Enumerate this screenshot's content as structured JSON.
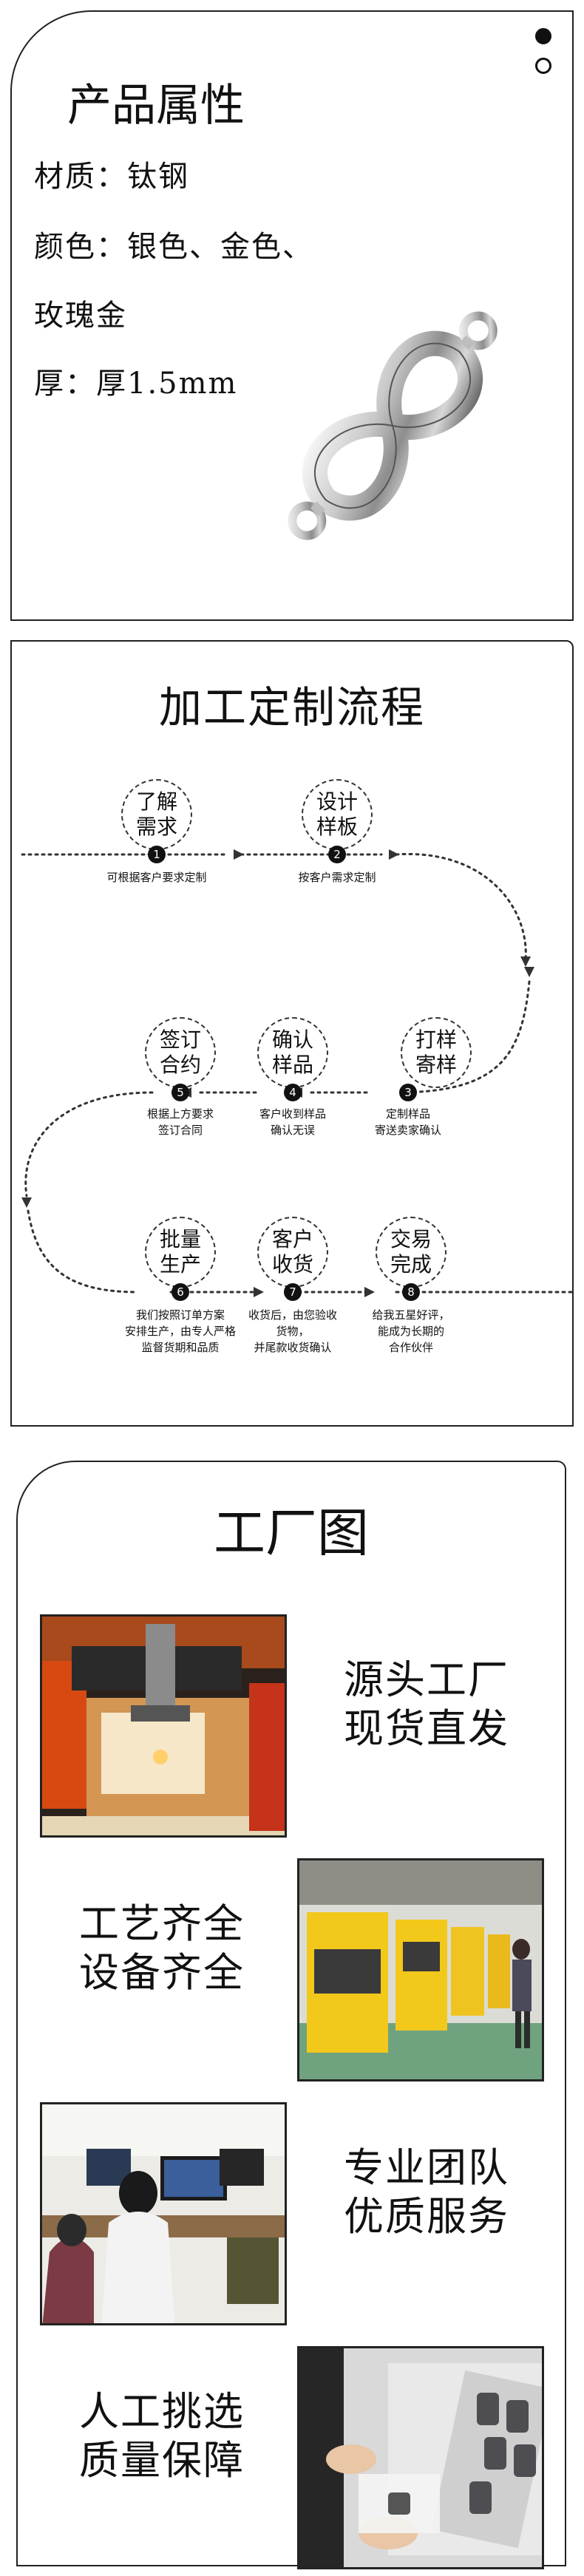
{
  "attributes": {
    "title": "产品属性",
    "material": "材质：钛钢",
    "color_line1": "颜色：银色、金色、",
    "color_line2": "玫瑰金",
    "thickness": "厚：厚1.5mm"
  },
  "process": {
    "title": "加工定制流程",
    "steps": [
      {
        "label1": "了解",
        "label2": "需求",
        "num": "1",
        "desc1": "可根据客户要求定制",
        "desc2": "",
        "desc3": ""
      },
      {
        "label1": "设计",
        "label2": "样板",
        "num": "2",
        "desc1": "按客户需求定制",
        "desc2": "",
        "desc3": ""
      },
      {
        "label1": "打样",
        "label2": "寄样",
        "num": "3",
        "desc1": "定制样品",
        "desc2": "寄送卖家确认",
        "desc3": ""
      },
      {
        "label1": "确认",
        "label2": "样品",
        "num": "4",
        "desc1": "客户收到样品",
        "desc2": "确认无误",
        "desc3": ""
      },
      {
        "label1": "签订",
        "label2": "合约",
        "num": "5",
        "desc1": "根据上方要求",
        "desc2": "签订合同",
        "desc3": ""
      },
      {
        "label1": "批量",
        "label2": "生产",
        "num": "6",
        "desc1": "我们按照订单方案",
        "desc2": "安排生产，由专人严格",
        "desc3": "监督货期和品质"
      },
      {
        "label1": "客户",
        "label2": "收货",
        "num": "7",
        "desc1": "收货后，由您验收",
        "desc2": "货物，",
        "desc3": "并尾款收货确认"
      },
      {
        "label1": "交易",
        "label2": "完成",
        "num": "8",
        "desc1": "给我五星好评，",
        "desc2": "能成为长期的",
        "desc3": "合作伙伴"
      }
    ]
  },
  "factory": {
    "title": "工厂图",
    "rows": [
      {
        "line1": "源头工厂",
        "line2": "现货直发",
        "photo": "laser-cutting-machine"
      },
      {
        "line1": "工艺齐全",
        "line2": "设备齐全",
        "photo": "yellow-production-machines"
      },
      {
        "line1": "专业团队",
        "line2": "优质服务",
        "photo": "office-staff-computers"
      },
      {
        "line1": "人工挑选",
        "line2": "质量保障",
        "photo": "hand-sorting-products"
      }
    ]
  }
}
